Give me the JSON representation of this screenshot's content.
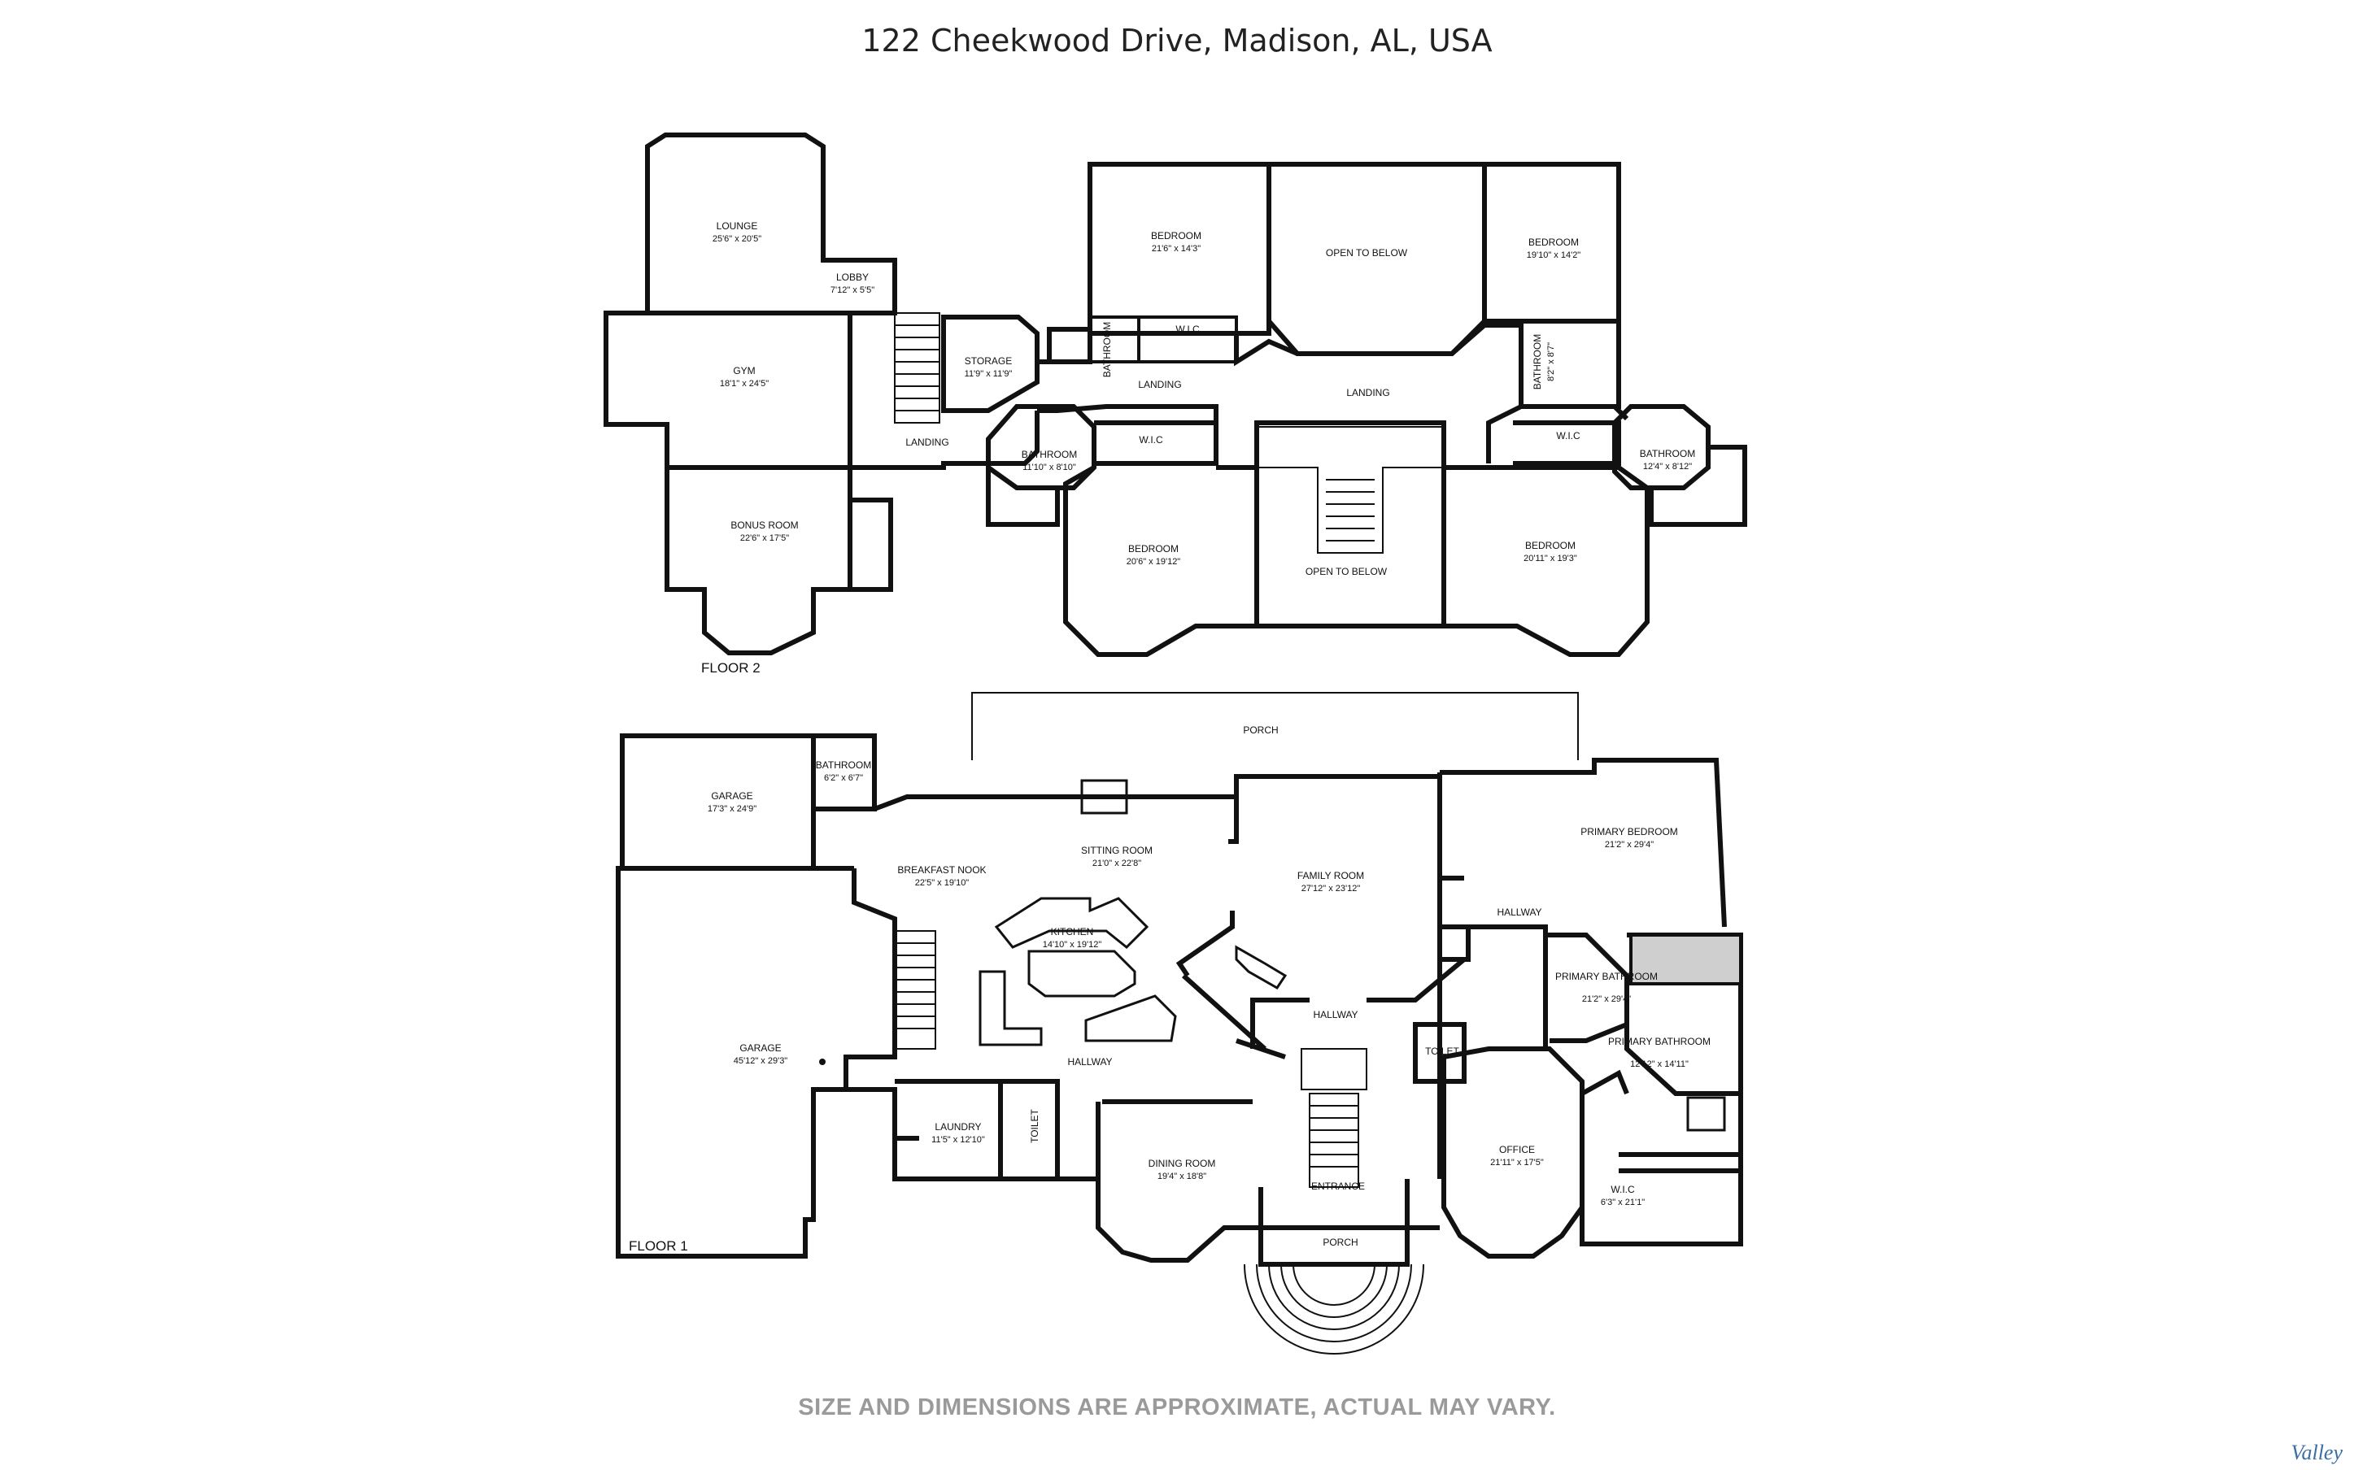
{
  "title": "122 Cheekwood Drive, Madison, AL, USA",
  "disclaimer": "SIZE AND DIMENSIONS ARE APPROXIMATE, ACTUAL MAY VARY.",
  "watermark": "Valley",
  "floors": {
    "floor2": {
      "label": "FLOOR 2",
      "rooms": {
        "lounge": {
          "name": "LOUNGE",
          "dims": "25'6\" x 20'5\""
        },
        "lobby": {
          "name": "LOBBY",
          "dims": "7'12\" x 5'5\""
        },
        "gym": {
          "name": "GYM",
          "dims": "18'1\" x 24'5\""
        },
        "storage": {
          "name": "STORAGE",
          "dims": "11'9\" x 11'9\""
        },
        "landing_left": {
          "name": "LANDING"
        },
        "bonus_room": {
          "name": "BONUS ROOM",
          "dims": "22'6\" x 17'5\""
        },
        "bedroom_nw": {
          "name": "BEDROOM",
          "dims": "21'6\" x 14'3\""
        },
        "open_below_top": {
          "name": "OPEN TO BELOW"
        },
        "bedroom_ne": {
          "name": "BEDROOM",
          "dims": "19'10\" x 14'2\""
        },
        "landing_mid": {
          "name": "LANDING"
        },
        "landing_center": {
          "name": "LANDING"
        },
        "bathroom_mid": {
          "name": "BATHROOM"
        },
        "wic_top": {
          "name": "W.I.C"
        },
        "bathroom_right": {
          "name": "BATHROOM",
          "dims": "8'2\" x 8'7\""
        },
        "bathroom_sw": {
          "name": "BATHROOM",
          "dims": "11'10\" x 8'10\""
        },
        "wic_sw": {
          "name": "W.I.C"
        },
        "wic_se": {
          "name": "W.I.C"
        },
        "bathroom_se": {
          "name": "BATHROOM",
          "dims": "12'4\" x 8'12\""
        },
        "bedroom_sw": {
          "name": "BEDROOM",
          "dims": "20'6\" x 19'12\""
        },
        "open_below_bottom": {
          "name": "OPEN TO BELOW"
        },
        "bedroom_se": {
          "name": "BEDROOM",
          "dims": "20'11\" x 19'3\""
        }
      }
    },
    "floor1": {
      "label": "FLOOR 1",
      "rooms": {
        "porch_top": {
          "name": "PORCH"
        },
        "garage_small": {
          "name": "GARAGE",
          "dims": "17'3\" x 24'9\""
        },
        "bathroom": {
          "name": "BATHROOM",
          "dims": "6'2\" x 6'7\""
        },
        "breakfast_nook": {
          "name": "BREAKFAST NOOK",
          "dims": "22'5\" x 19'10\""
        },
        "sitting_room": {
          "name": "SITTING ROOM",
          "dims": "21'0\" x 22'8\""
        },
        "family_room": {
          "name": "FAMILY ROOM",
          "dims": "27'12\" x 23'12\""
        },
        "primary_bedroom": {
          "name": "PRIMARY BEDROOM",
          "dims": "21'2\" x 29'4\""
        },
        "kitchen": {
          "name": "KITCHEN",
          "dims": "14'10\" x 19'12\""
        },
        "hallway_right": {
          "name": "HALLWAY"
        },
        "primary_bath_1": {
          "name": "PRIMARY BATHROOM",
          "dims": "21'2\" x 29'4\""
        },
        "primary_bath_2": {
          "name": "PRIMARY BATHROOM",
          "dims": "12'12\" x 14'11\""
        },
        "garage_large": {
          "name": "GARAGE",
          "dims": "45'12\" x 29'3\""
        },
        "hallway_center": {
          "name": "HALLWAY"
        },
        "hallway_left": {
          "name": "HALLWAY"
        },
        "toilet_right": {
          "name": "TOILET"
        },
        "laundry": {
          "name": "LAUNDRY",
          "dims": "11'5\" x 12'10\""
        },
        "toilet_left": {
          "name": "TOILET"
        },
        "office": {
          "name": "OFFICE",
          "dims": "21'11\" x 17'5\""
        },
        "dining_room": {
          "name": "DINING ROOM",
          "dims": "19'4\" x 18'8\""
        },
        "wic": {
          "name": "W.I.C",
          "dims": "6'3\" x 21'1\""
        },
        "entrance": {
          "name": "ENTRANCE"
        },
        "porch_front": {
          "name": "PORCH"
        }
      }
    }
  }
}
